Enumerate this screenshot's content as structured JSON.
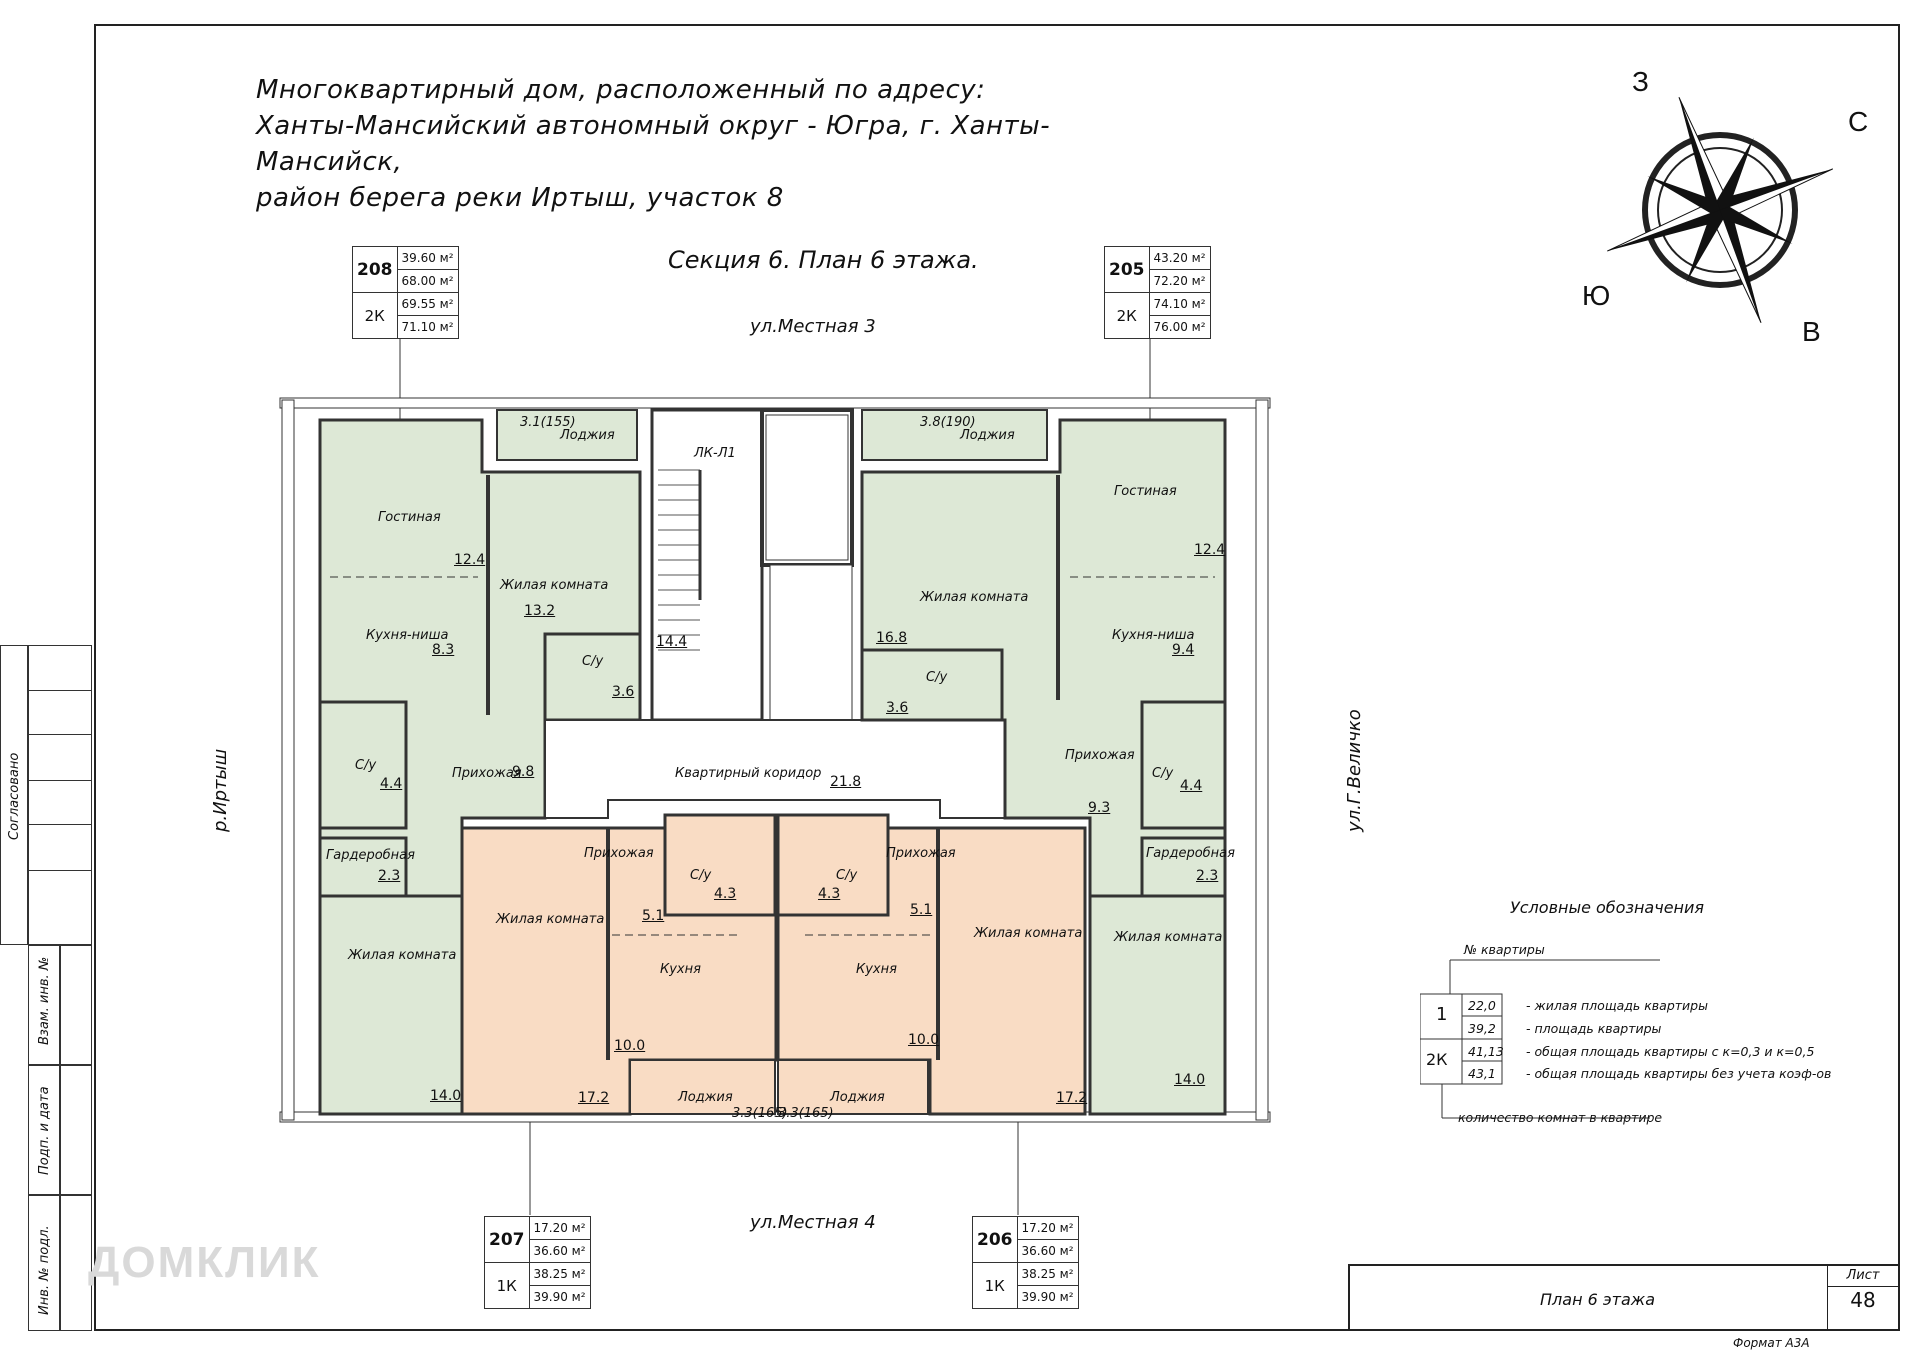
{
  "title_lines": [
    "Многоквартирный  дом, расположенный по адресу:",
    "Ханты-Мансийский автономный округ - Югра, г. Ханты-",
    "Мансийск,",
    "район берега реки Иртыш, участок 8"
  ],
  "section_title": "Секция 6. План 6 этажа.",
  "streets": {
    "top": "ул.Местная 3",
    "bottom": "ул.Местная 4",
    "left": "р.Иртыш",
    "right": "ул.Г.Величко"
  },
  "compass": {
    "north": "З",
    "east": "С",
    "west": "Ю",
    "south": "В"
  },
  "apartments": {
    "a208": {
      "number": "208",
      "rooms": "2К",
      "living": "39.60 м²",
      "total": "68.00 м²",
      "reduced": "69.55 м²",
      "full": "71.10 м²"
    },
    "a205": {
      "number": "205",
      "rooms": "2К",
      "living": "43.20 м²",
      "total": "72.20 м²",
      "reduced": "74.10 м²",
      "full": "76.00 м²"
    },
    "a207": {
      "number": "207",
      "rooms": "1К",
      "living": "17.20 м²",
      "total": "36.60 м²",
      "reduced": "38.25 м²",
      "full": "39.90 м²"
    },
    "a206": {
      "number": "206",
      "rooms": "1К",
      "living": "17.20 м²",
      "total": "36.60 м²",
      "reduced": "38.25 м²",
      "full": "39.90 м²"
    }
  },
  "rooms": {
    "loggia_tl": "Лоджия",
    "loggia_tl_area": "3.1(155)",
    "loggia_tr": "Лоджия",
    "loggia_tr_area": "3.8(190)",
    "lift": "ЛК-Л1",
    "living_room_l": "Гостиная",
    "living_room_l_area": "12.4",
    "living_room_r": "Гостиная",
    "living_room_r_area": "12.4",
    "bedroom_l1": "Жилая комната",
    "bedroom_l1_area": "13.2",
    "bedroom_r1": "Жилая комната",
    "bedroom_r1_area": "16.8",
    "kitchen_niche_l": "Кухня-ниша",
    "kitchen_niche_l_area": "8.3",
    "kitchen_niche_r": "Кухня-ниша",
    "kitchen_niche_r_area": "9.4",
    "stair_area": "14.4",
    "bath_l1": "С/у",
    "bath_l1_area": "3.6",
    "bath_r1": "С/у",
    "bath_r1_area": "3.6",
    "bath_l2": "С/у",
    "bath_l2_area": "4.4",
    "bath_r2": "С/у",
    "bath_r2_area": "4.4",
    "hall_l": "Прихожая",
    "hall_l_area": "9.8",
    "hall_r": "Прихожая",
    "hall_r_area": "9.3",
    "corridor": "Квартирный коридор",
    "corridor_area": "21.8",
    "wardrobe_l": "Гардеробная",
    "wardrobe_l_area": "2.3",
    "wardrobe_r": "Гардеробная",
    "wardrobe_r_area": "2.3",
    "bedroom_l2": "Жилая комната",
    "bedroom_l2_area": "14.0",
    "bedroom_r2": "Жилая комната",
    "bedroom_r2_area": "14.0",
    "hall_207": "Прихожая",
    "hall_207_area": "5.1",
    "hall_206": "Прихожая",
    "hall_206_area": "5.1",
    "bath_207": "С/у",
    "bath_207_area": "4.3",
    "bath_206": "С/у",
    "bath_206_area": "4.3",
    "bedroom_207": "Жилая комната",
    "bedroom_207_area": "17.2",
    "bedroom_206": "Жилая комната",
    "bedroom_206_area": "17.2",
    "kitchen_207": "Кухня",
    "kitchen_207_area": "10.0",
    "kitchen_206": "Кухня",
    "kitchen_206_area": "10.0",
    "loggia_207": "Лоджия",
    "loggia_207_area": "3.3(165)",
    "loggia_206": "Лоджия",
    "loggia_206_area": "3.3(165)"
  },
  "legend": {
    "title": "Условные обозначения",
    "apt_no_label": "№ квартиры",
    "sample_number": "1",
    "sample_rooms": "2К",
    "v1": "22,0",
    "d1": "- жилая площадь квартиры",
    "v2": "39,2",
    "d2": "- площадь квартиры",
    "v3": "41,13",
    "d3": "- общая площадь квартиры с к=0,3 и к=0,5",
    "v4": "43,1",
    "d4": "- общая площадь квартиры без учета коэф-ов",
    "rooms_label": "количество комнат в квартире"
  },
  "stamp": {
    "name": "План 6 этажа",
    "sheet_label": "Лист",
    "sheet_number": "48",
    "format": "Формат А3А"
  },
  "side_stamp": {
    "agreed": "Согласовано",
    "inv_vz": "Взам. инв. №",
    "sign_date": "Подп. и дата",
    "inv_orig": "Инв. № подл."
  },
  "watermark": "ДОМКЛИК",
  "colors": {
    "green": "#dde8d6",
    "orange": "#f9dcc4",
    "wall": "#333333"
  }
}
